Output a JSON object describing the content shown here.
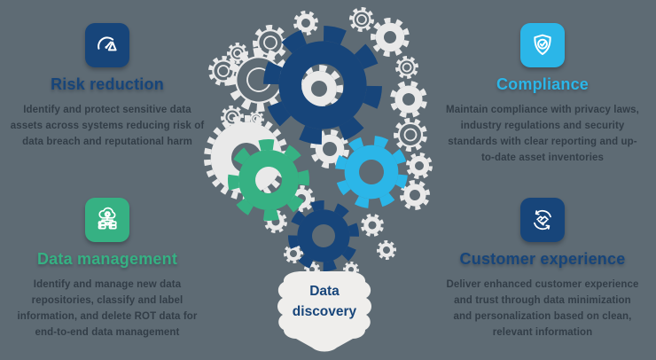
{
  "palette": {
    "navy": "#17457a",
    "cyan": "#2bb6e8",
    "green": "#36b183",
    "background": "#5e6b74",
    "light_gear": "#e9e9e9",
    "body_text": "#323d47",
    "bulb": "#efeeec"
  },
  "center": {
    "title": "Data discovery"
  },
  "quadrants": {
    "risk_reduction": {
      "icon": "gauge-icon",
      "title": "Risk reduction",
      "description": "Identify and protect sensitive data assets across systems reducing risk of data breach and reputational harm"
    },
    "compliance": {
      "icon": "shield-check-icon",
      "title": "Compliance",
      "description": "Maintain compliance with privacy laws, industry regulations and security standards with clear reporting and up-to-date asset inventories"
    },
    "data_management": {
      "icon": "cloud-data-icon",
      "title": "Data management",
      "description": "Identify and manage new data repositories, classify and label information, and delete ROT data for end-to-end data management"
    },
    "customer_experience": {
      "icon": "handshake-icon",
      "title": "Customer experience",
      "description": "Deliver enhanced customer experience and trust through data minimization and personalization based on clean, relevant information"
    }
  }
}
